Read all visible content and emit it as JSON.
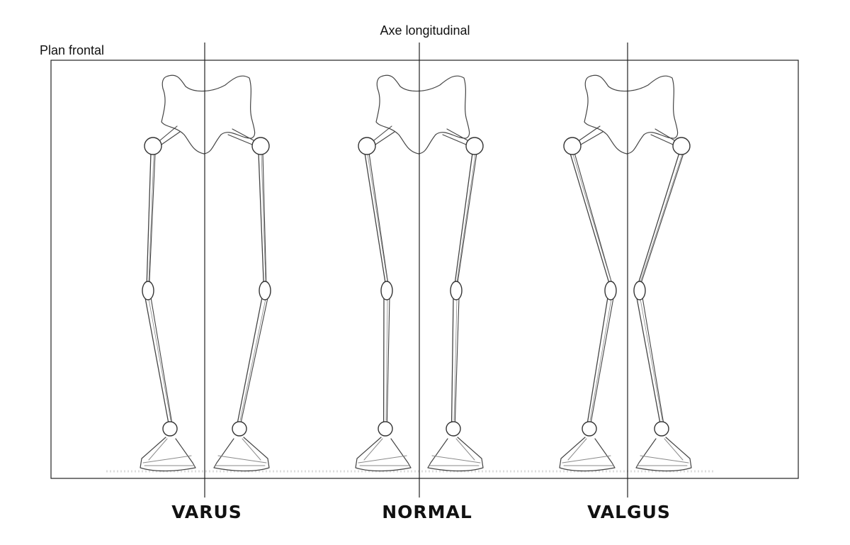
{
  "diagram": {
    "axis_label": "Axe longitudinal",
    "plane_label": "Plan frontal",
    "figures": [
      {
        "key": "varus",
        "caption": "VARUS"
      },
      {
        "key": "normal",
        "caption": "NORMAL"
      },
      {
        "key": "valgus",
        "caption": "VALGUS"
      }
    ]
  },
  "colors": {
    "ink": "#222222",
    "pencil": "#444444",
    "background": "#ffffff"
  }
}
